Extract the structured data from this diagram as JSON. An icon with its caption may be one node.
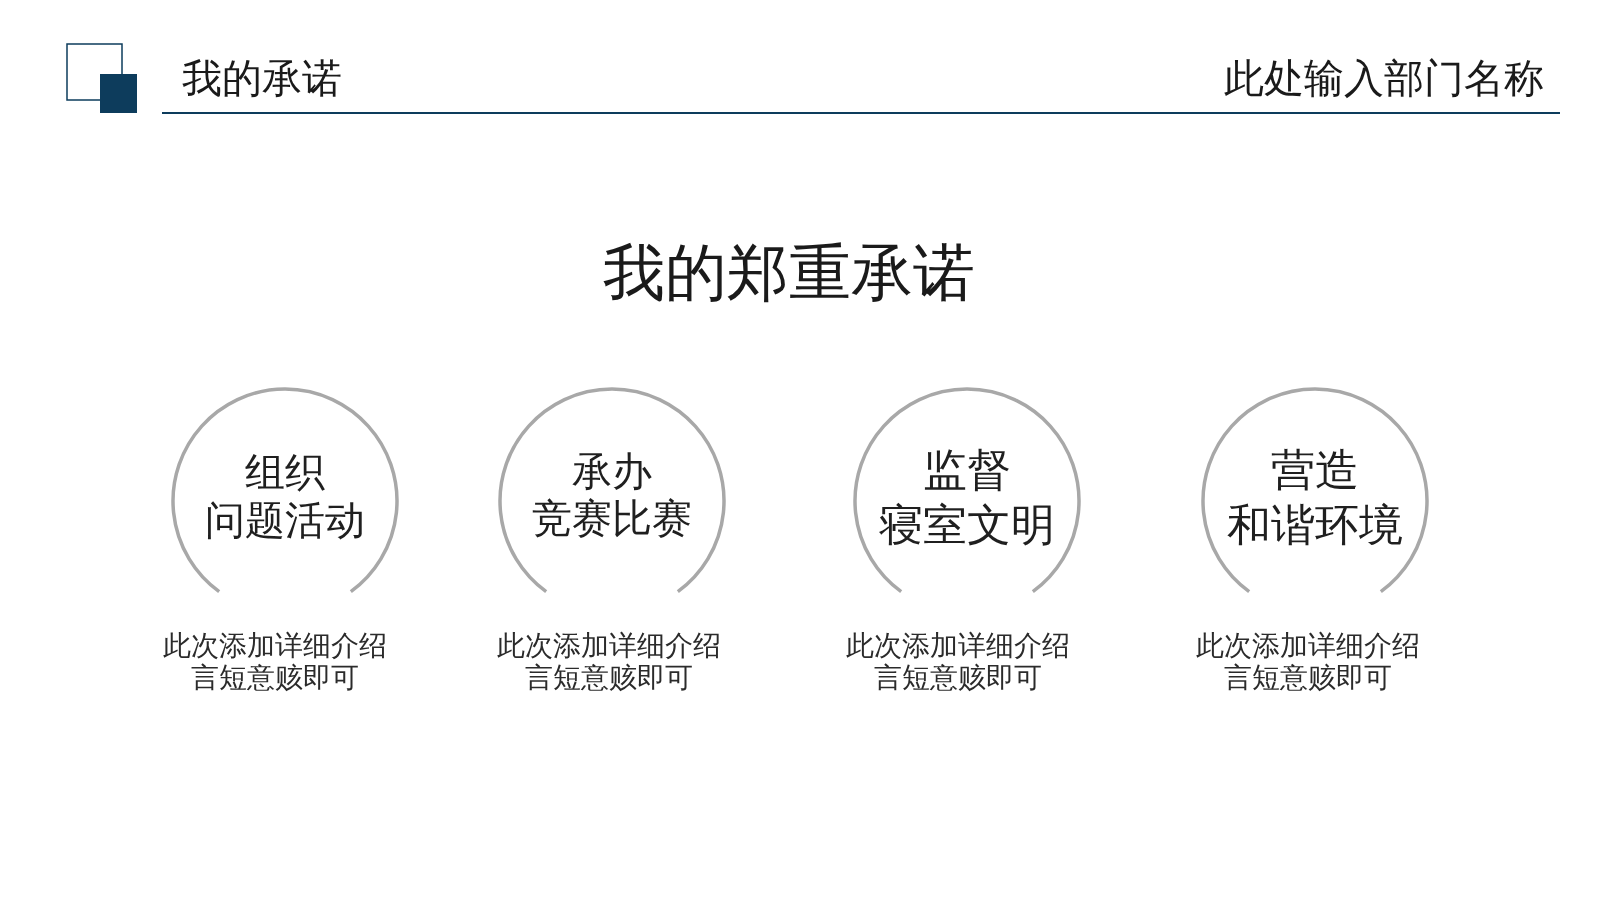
{
  "diagram": {
    "title": "我的承诺",
    "nodes": [
      {
        "text": [
          "组织",
          "问题活动"
        ],
        "beside": [
          "此次添加详细介绍言短意赅即可"
        ]
      },
      {
        "text": [
          "承办",
          "竞赛比赛"
        ],
        "beside": [
          "此次添加详细介绍言短意赅即可"
        ]
      },
      {
        "text": [
          "监督",
          "寝室文明"
        ],
        "beside": [
          "此次添加详细介绍言短意赅即可"
        ]
      },
      {
        "text": [
          "营造",
          "和谐环境"
        ],
        "beside": [
          "此次添加详细介绍言短意赅即可"
        ]
      }
    ],
    "labels": [
      "此处输入部门名称",
      "我的郑重承诺"
    ]
  }
}
